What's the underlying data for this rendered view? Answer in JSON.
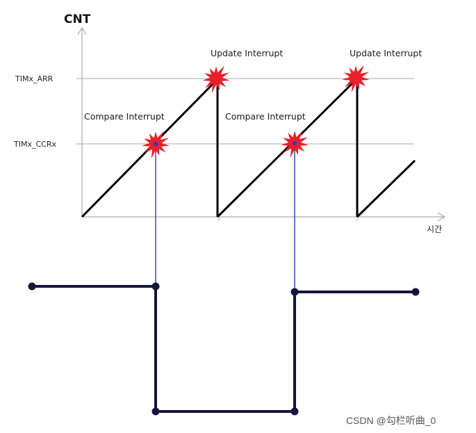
{
  "axis": {
    "y_title": "CNT",
    "x_title": "시간"
  },
  "levels": {
    "arr_label": "TIMx_ARR",
    "ccr_label": "TIMx_CCRx"
  },
  "events": {
    "update_1": "Update Interrupt",
    "update_2": "Update Interrupt",
    "compare_1": "Compare Interrupt",
    "compare_2": "Compare Interrupt"
  },
  "watermark": "CSDN @勾栏听曲_0",
  "colors": {
    "counter_line": "#000000",
    "guide_line": "#aaaaaa",
    "axis_line": "#aaaaaa",
    "burst_fill": "#e8202a",
    "marker_dot": "#1f3fd0",
    "projection_line": "#3a46c8",
    "pwm_line": "#14143c"
  },
  "icons": {
    "interrupt_marker": "red-starburst-icon",
    "pwm_vertex": "filled-circle-dot"
  }
}
